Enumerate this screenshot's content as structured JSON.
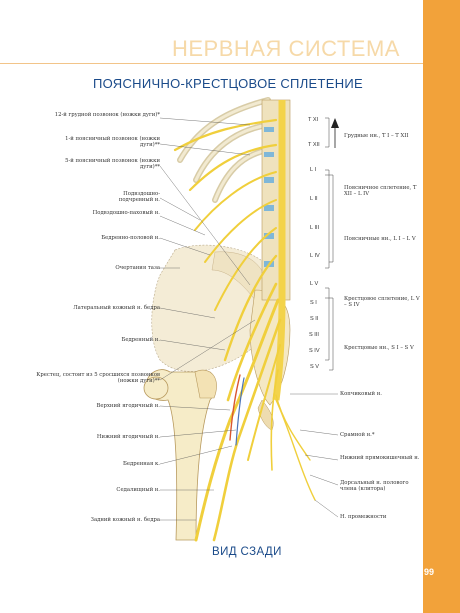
{
  "header": {
    "section_title": "НЕРВНАЯ СИСТЕМА",
    "page_title": "ПОЯСНИЧНО-КРЕСТЦОВОЕ СПЛЕТЕНИЕ"
  },
  "figure": {
    "left_labels": [
      {
        "text": "12-й грудной позвонок (ножки дуги)*"
      },
      {
        "text": "1-й поясничный позвонок (ножки дуги)**"
      },
      {
        "text": "5-й поясничный позвонок (ножки дуги)**"
      },
      {
        "text": "Подвздошно-подчревный н."
      },
      {
        "text": "Подвздошно-паховый н."
      },
      {
        "text": "Бедренно-половой н."
      },
      {
        "text": "Очертания таза"
      },
      {
        "text": "Латеральный кожный н. бедра"
      },
      {
        "text": "Бедренный н."
      },
      {
        "text": "Крестец, состоит из 5 сросшихся позвонков (ножки дуги)**"
      },
      {
        "text": "Верхний ягодичный н."
      },
      {
        "text": "Нижний ягодичный н."
      },
      {
        "text": "Бедренная к."
      },
      {
        "text": "Седалищный н."
      },
      {
        "text": "Задний кожный н. бедра"
      }
    ],
    "vertebra_labels": [
      "T XI",
      "T XII",
      "L I",
      "L II",
      "L III",
      "L IV",
      "L V",
      "S I",
      "S II",
      "S III",
      "S IV",
      "S V"
    ],
    "right_labels": [
      {
        "text": "Грудные нн., T I – T XII"
      },
      {
        "text": "Поясничное сплетение, T XII – L IV"
      },
      {
        "text": "Поясничные нн., L I – L V"
      },
      {
        "text": "Крестцовое сплетение, L V – S IV"
      },
      {
        "text": "Крестцовые нн., S I – S V"
      },
      {
        "text": "Копчиковый н."
      },
      {
        "text": "Срамной н.*"
      },
      {
        "text": "Нижний прямокишечный н."
      },
      {
        "text": "Дорсальный н. полового члена (клитора)"
      },
      {
        "text": "Н. промежности"
      }
    ]
  },
  "footer": {
    "view_label": "ВИД СЗАДИ",
    "page_number": "99"
  },
  "colors": {
    "accent_orange": "#f2a23a",
    "title_blue": "#1b4b8a",
    "nerve_yellow": "#f3d34a",
    "bone": "#f6ecc8",
    "disc_blue": "#7fb7d8"
  }
}
